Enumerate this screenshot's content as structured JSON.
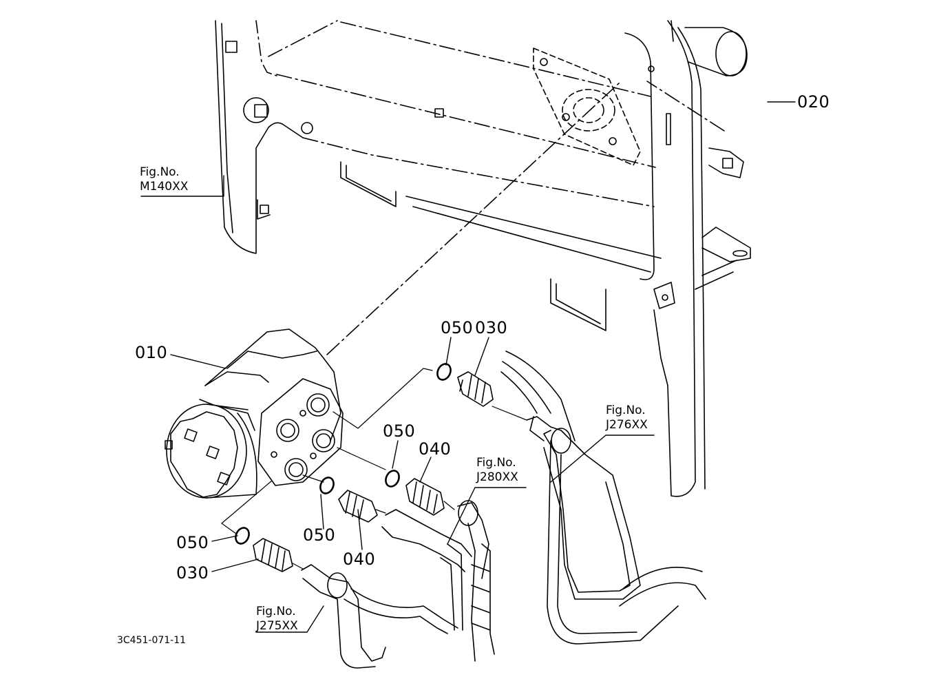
{
  "part_labels": {
    "p010": "010",
    "p020": "020",
    "p030_top": "030",
    "p050_top": "050",
    "p050_mid": "050",
    "p040_mid": "040",
    "p050_low": "050",
    "p040_low": "040",
    "p050_left": "050",
    "p030_left": "030"
  },
  "figure_refs": {
    "m140": {
      "line1": "Fig.No.",
      "line2": "M140XX"
    },
    "j276": {
      "line1": "Fig.No.",
      "line2": "J276XX"
    },
    "j280": {
      "line1": "Fig.No.",
      "line2": "J280XX"
    },
    "j275": {
      "line1": "Fig.No.",
      "line2": "J275XX"
    }
  },
  "drawing_code": "3C451-071-11",
  "colors": {
    "ink": "#000000",
    "paper": "#ffffff"
  }
}
